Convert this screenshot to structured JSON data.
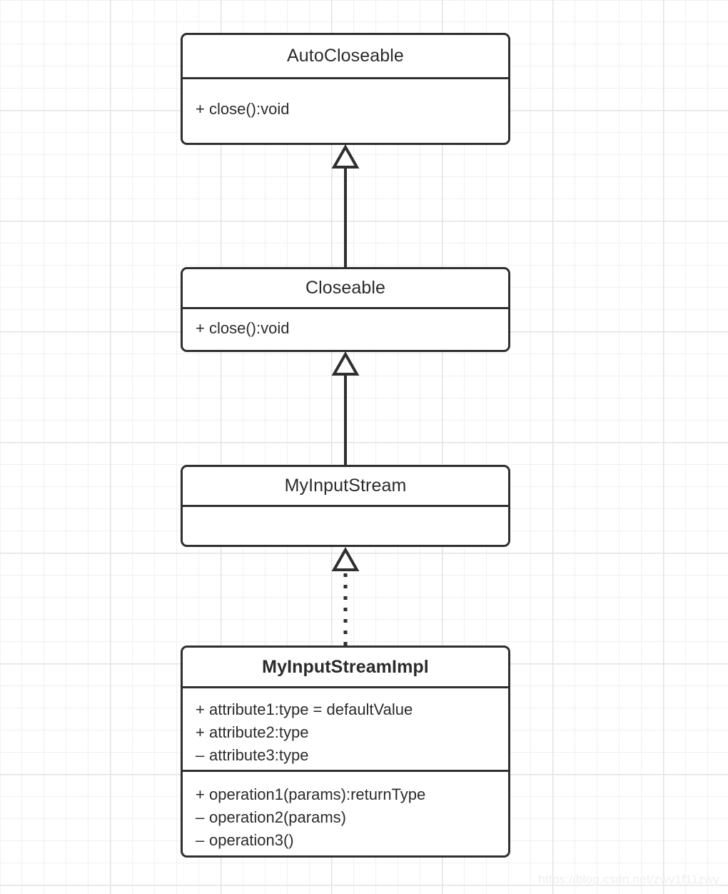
{
  "diagram": {
    "type": "uml-class-diagram",
    "watermark": "https://blog.csdn.net/zwy1f11zwy",
    "colors": {
      "border": "#2f2f2f",
      "text": "#2b2b2b",
      "background": "#ffffff",
      "grid_minor": "#f0f0f0",
      "grid_major": "#e3e3e3",
      "watermark": "#efefef"
    },
    "classes": [
      {
        "id": "autocloseable",
        "name": "AutoCloseable",
        "emphasis": false,
        "attributes": [],
        "operations": [
          {
            "visibility": "+",
            "signature": "close():void"
          }
        ]
      },
      {
        "id": "closeable",
        "name": "Closeable",
        "emphasis": false,
        "attributes": [],
        "operations": [
          {
            "visibility": "+",
            "signature": "close():void"
          }
        ]
      },
      {
        "id": "myinputstream",
        "name": "MyInputStream",
        "emphasis": false,
        "attributes": [],
        "operations": []
      },
      {
        "id": "myinputstreamimpl",
        "name": "MyInputStreamImpl",
        "emphasis": true,
        "attributes": [
          {
            "visibility": "+",
            "signature": "attribute1:type = defaultValue"
          },
          {
            "visibility": "+",
            "signature": "attribute2:type"
          },
          {
            "visibility": "–",
            "signature": "attribute3:type"
          }
        ],
        "operations": [
          {
            "visibility": "+",
            "signature": "operation1(params):returnType"
          },
          {
            "visibility": "–",
            "signature": "operation2(params)"
          },
          {
            "visibility": "–",
            "signature": "operation3()"
          }
        ]
      }
    ],
    "relationships": [
      {
        "id": "closeable-extends-autocloseable",
        "kind": "generalization",
        "line": "solid",
        "arrowhead": "hollow-triangle",
        "from": "closeable",
        "to": "autocloseable"
      },
      {
        "id": "myinputstream-extends-closeable",
        "kind": "generalization",
        "line": "solid",
        "arrowhead": "hollow-triangle",
        "from": "myinputstream",
        "to": "closeable"
      },
      {
        "id": "myinputstreamimpl-realizes-myinputstream",
        "kind": "realization",
        "line": "dotted",
        "arrowhead": "hollow-triangle",
        "from": "myinputstreamimpl",
        "to": "myinputstream"
      }
    ]
  }
}
